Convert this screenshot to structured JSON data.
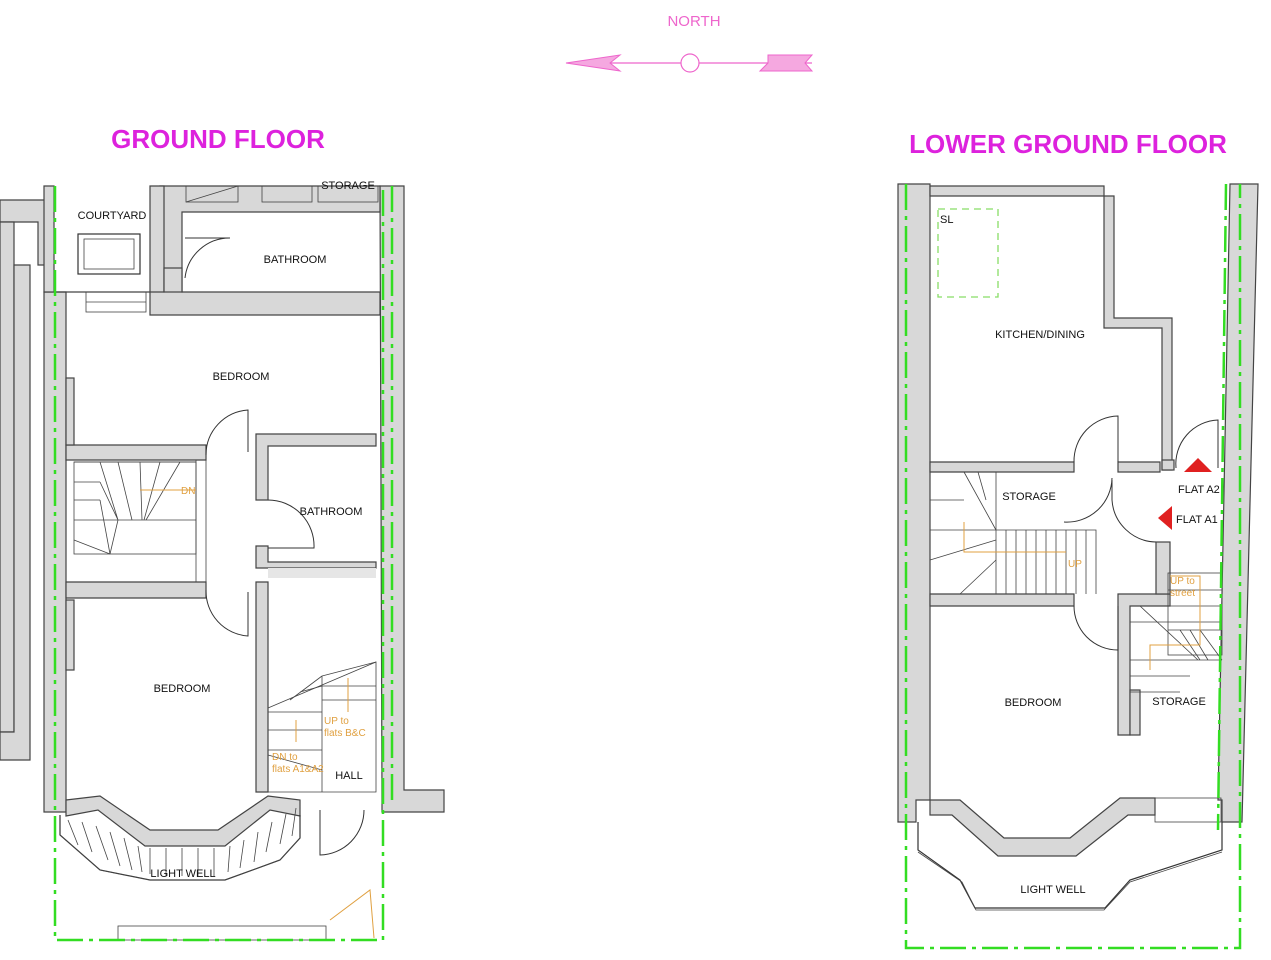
{
  "compass": {
    "label": "NORTH",
    "color": "#ee66cc"
  },
  "ground_floor": {
    "title": "GROUND FLOOR",
    "title_color": "#dd22dd",
    "rooms": {
      "courtyard": "COURTYARD",
      "storage": "STORAGE",
      "bathroom_rear": "BATHROOM",
      "bedroom_rear": "BEDROOM",
      "bathroom_mid": "BATHROOM",
      "bedroom_front": "BEDROOM",
      "hall": "HALL",
      "light_well": "LIGHT WELL"
    },
    "notes": {
      "stair_dn": "DN",
      "up_to_1": "UP to",
      "up_to_2": "flats B&C",
      "dn_to_1": "DN to",
      "dn_to_2": "flats A1&A2"
    }
  },
  "lower_ground_floor": {
    "title": "LOWER GROUND FLOOR",
    "title_color": "#dd22dd",
    "rooms": {
      "sl": "SL",
      "kitchen_dining": "KITCHEN/DINING",
      "storage_stair": "STORAGE",
      "bedroom": "BEDROOM",
      "storage_front": "STORAGE",
      "light_well": "LIGHT WELL"
    },
    "flats": {
      "flat_a2": "FLAT A2",
      "flat_a1": "FLAT A1",
      "marker_color": "#e02020"
    },
    "notes": {
      "stair_up": "UP",
      "up_street_1": "UP to",
      "up_street_2": "street"
    }
  },
  "colors": {
    "boundary": "#33dd22",
    "wall_fill": "#d8d8d8",
    "annotation": "#e0a040"
  }
}
